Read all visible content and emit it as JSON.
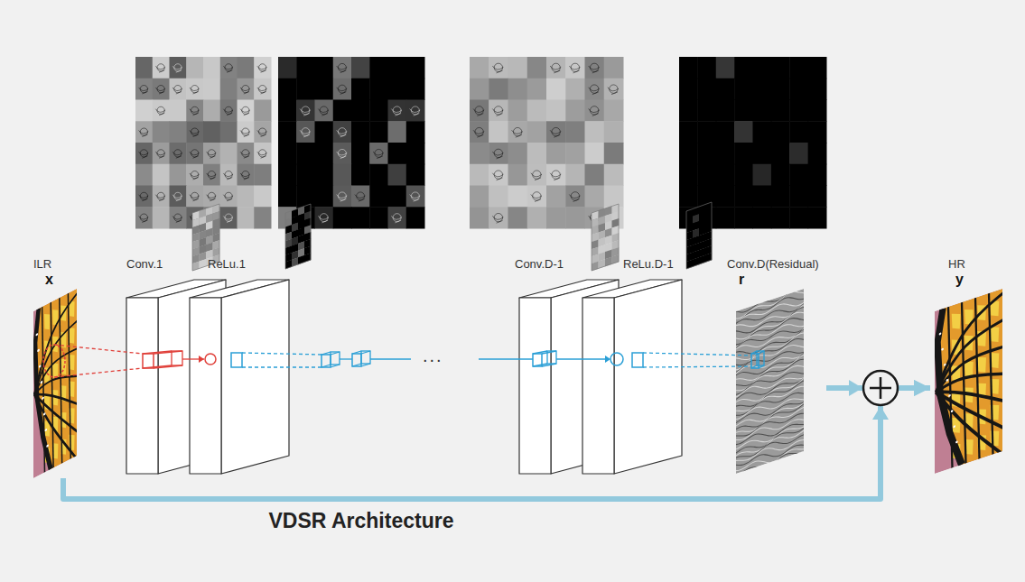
{
  "diagram": {
    "title": "VDSR Architecture",
    "nodes": [
      {
        "text": [
          "ILR",
          "x"
        ]
      },
      {
        "text": [
          "Conv.1"
        ]
      },
      {
        "text": [
          "ReLu.1"
        ]
      },
      {
        "text": [
          "Conv.D-1"
        ]
      },
      {
        "text": [
          "ReLu.D-1"
        ]
      },
      {
        "text": [
          "Conv.D(Residual)",
          "r"
        ]
      },
      {
        "text": [
          "HR",
          "y"
        ]
      }
    ],
    "edges": [
      {
        "from": 5,
        "to": 6,
        "arrow": "to"
      },
      {
        "from": 0,
        "to": 6,
        "arrow": "to"
      }
    ],
    "labels": [
      "..."
    ]
  }
}
